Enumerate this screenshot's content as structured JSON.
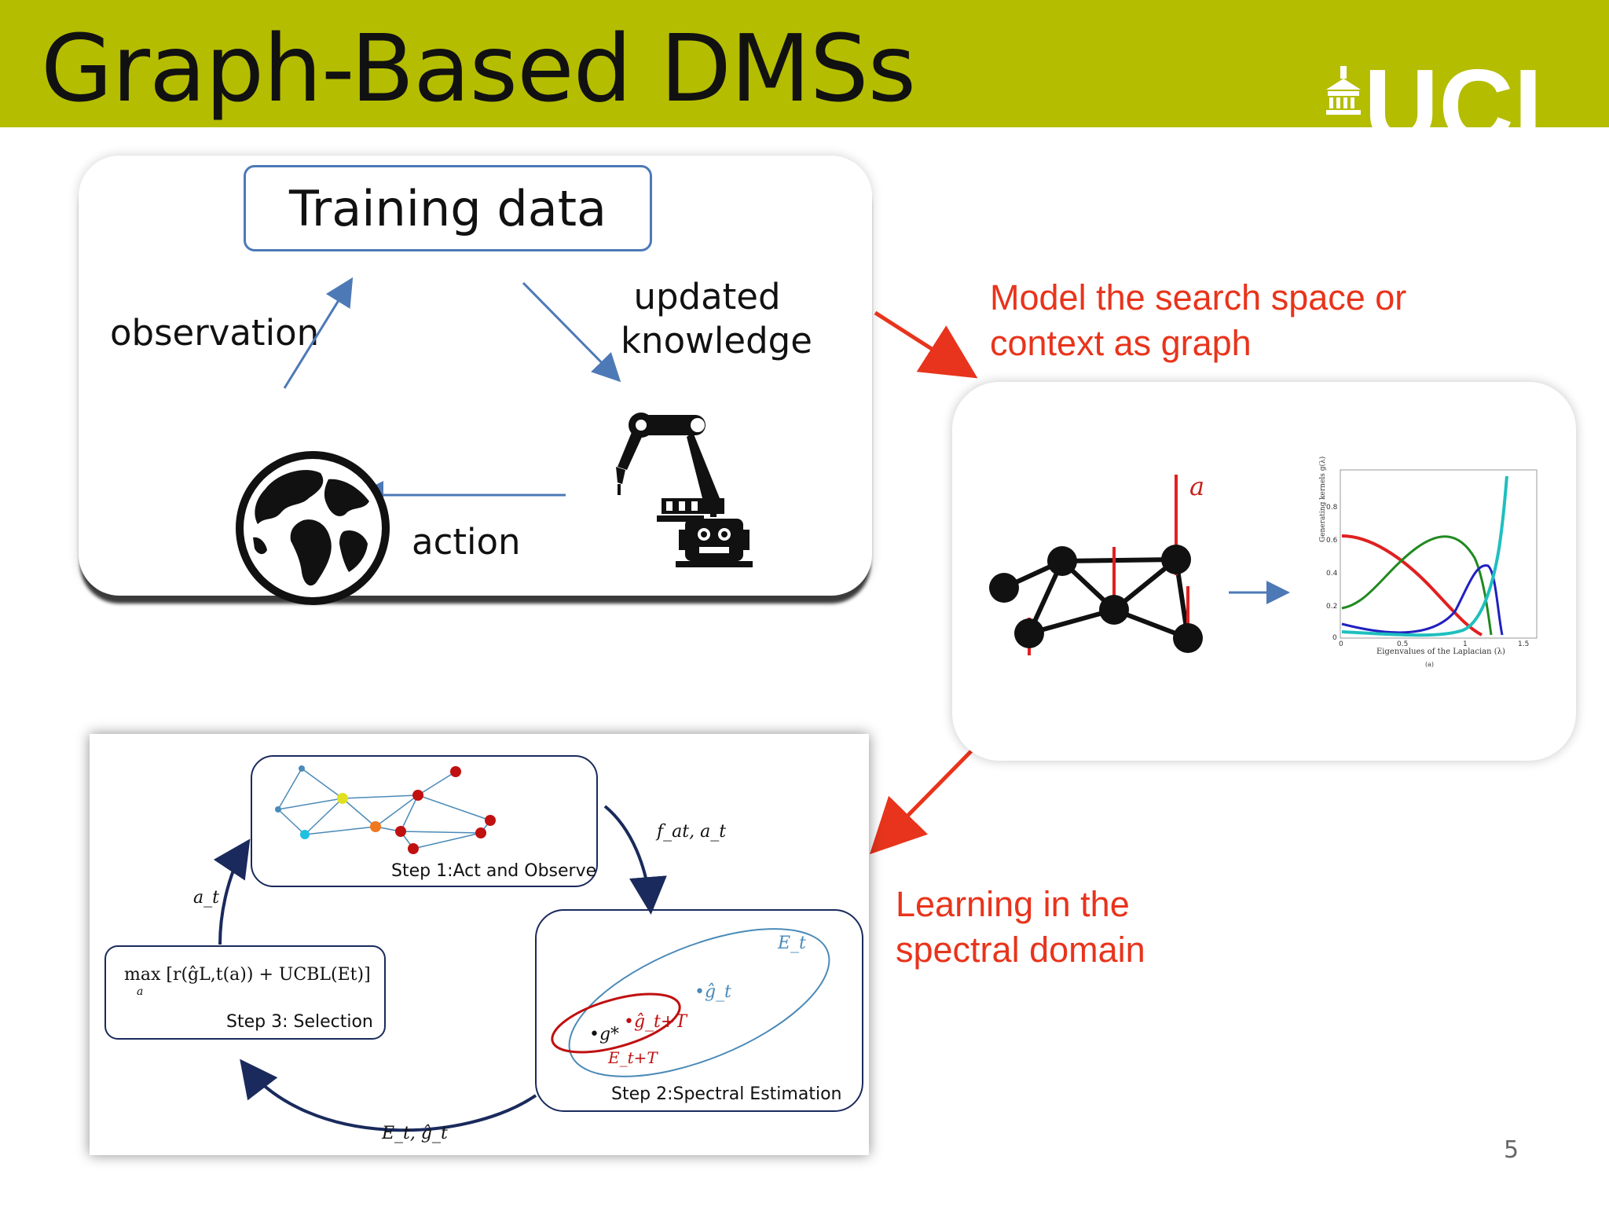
{
  "slide": {
    "title": "Graph-Based DMSs",
    "logo_text": "UCL",
    "page_number": "5",
    "colors": {
      "header": "#b4bd00",
      "accent_red": "#e8341c",
      "arrow_blue": "#4d79b6",
      "dark_navy": "#1a2a5c"
    }
  },
  "cycle": {
    "training_data": "Training data",
    "observation": "observation",
    "updated_line1": "updated",
    "updated_line2": "knowledge",
    "action": "action",
    "globe_icon": "globe-icon",
    "robot_icon": "robot-arm-icon"
  },
  "notes": {
    "model_line1": "Model the search space or",
    "model_line2": "context as graph",
    "learning_line1": "Learning in the",
    "learning_line2": "spectral domain"
  },
  "graph_panel": {
    "signal_label": "a",
    "kernel_plot": {
      "ylabel": "Generating kernels g(λ)",
      "xlabel": "Eigenvalues of the Laplacian (λ)",
      "caption": "(a)",
      "yticks": [
        "0",
        "0.2",
        "0.4",
        "0.6",
        "0.8"
      ],
      "xticks": [
        "0",
        "0.5",
        "1",
        "1.5"
      ]
    }
  },
  "loop": {
    "step1": "Step 1:Act and Observe",
    "step2": "Step 2:Spectral Estimation",
    "step3": "Step 3: Selection",
    "label_top_right": "f_at, a_t",
    "label_left": "a_t",
    "label_bottom": "E_t, ĝ_t",
    "selection_formula": "max [r(ĝL,t(a)) + UCBL(Et)]",
    "selection_sub": "a",
    "ellipse_outer": "E_t",
    "ellipse_inner": "E_t+T",
    "g_hat_t": "•ĝ_t",
    "g_hat_tT": "•ĝ_t+T",
    "g_star": "•g*"
  }
}
